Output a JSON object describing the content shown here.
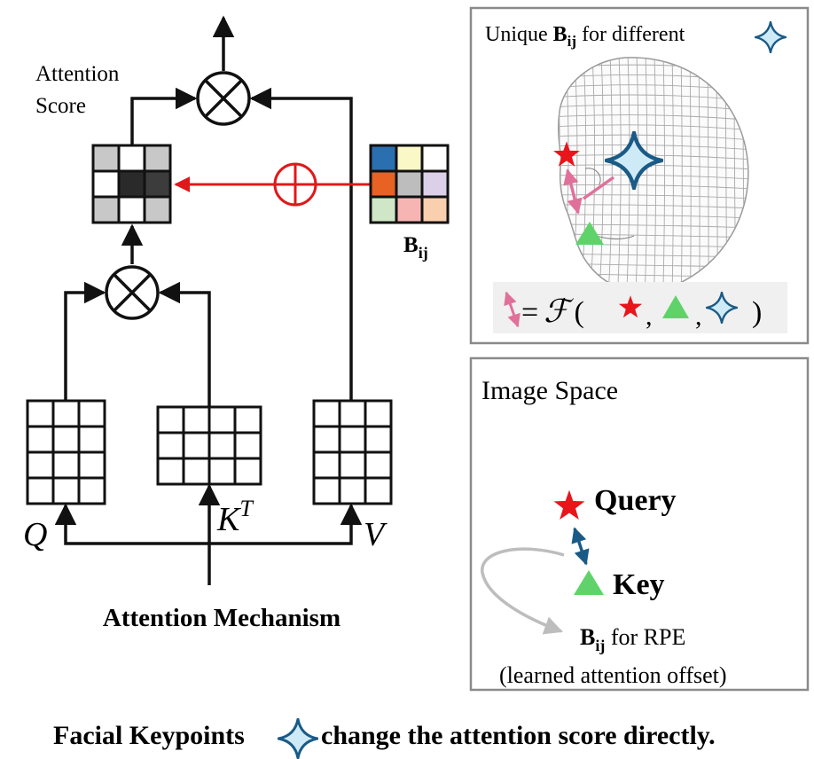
{
  "left": {
    "attention_score_line1": "Attention",
    "attention_score_line2": "Score",
    "bias_label": "B",
    "bias_subscript": "ij",
    "q_label": "Q",
    "k_label": "K",
    "k_superscript": "T",
    "v_label": "V",
    "caption": "Attention Mechanism"
  },
  "face_panel": {
    "title_prefix": "Unique ",
    "title_bold": "B",
    "title_subscript": "ij",
    "title_suffix": " for different",
    "formula_eq": "=",
    "formula_func": "ℱ",
    "formula_open": "(",
    "formula_sep1": ",",
    "formula_sep2": ",",
    "formula_close": ")"
  },
  "image_panel": {
    "title": "Image Space",
    "query_label": "Query",
    "key_label": "Key",
    "bias_bold": "B",
    "bias_subscript": "ij",
    "bias_suffix": " for RPE",
    "note": "(learned attention offset)"
  },
  "bottom_caption": {
    "prefix": "Facial Keypoints",
    "suffix": "change the attention score directly."
  },
  "colors": {
    "red_arrow": "#e0181b",
    "star_red": "#e8151b",
    "triangle_green": "#5fd36a",
    "keypoint_blue": "#1a5a86",
    "keypoint_fill": "#cfeaf7",
    "pink_arrow": "#e0709a",
    "panel_border": "#8a8a8a",
    "panel_bg": "#f0f0f0"
  },
  "score_grid": [
    "#c8c8c8",
    "#ffffff",
    "#c8c8c8",
    "#ffffff",
    "#2a2a2a",
    "#3c3c3c",
    "#c8c8c8",
    "#ffffff",
    "#c8c8c8"
  ],
  "bias_grid": [
    "#2a6fb0",
    "#fbf8c7",
    "#ffffff",
    "#e86224",
    "#bdbdbd",
    "#dccfe8",
    "#cfe7c6",
    "#f6b5b3",
    "#f9cfae"
  ]
}
